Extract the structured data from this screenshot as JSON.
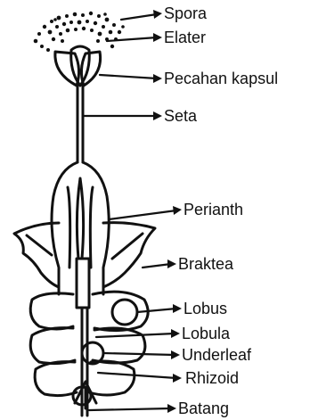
{
  "labels": {
    "spora": "Spora",
    "elater": "Elater",
    "pecahan_kapsul": "Pecahan kapsul",
    "seta": "Seta",
    "perianth": "Perianth",
    "braktea": "Braktea",
    "lobus": "Lobus",
    "lobula": "Lobula",
    "underleaf": "Underleaf",
    "rhizoid": "Rhizoid",
    "batang": "Batang"
  }
}
